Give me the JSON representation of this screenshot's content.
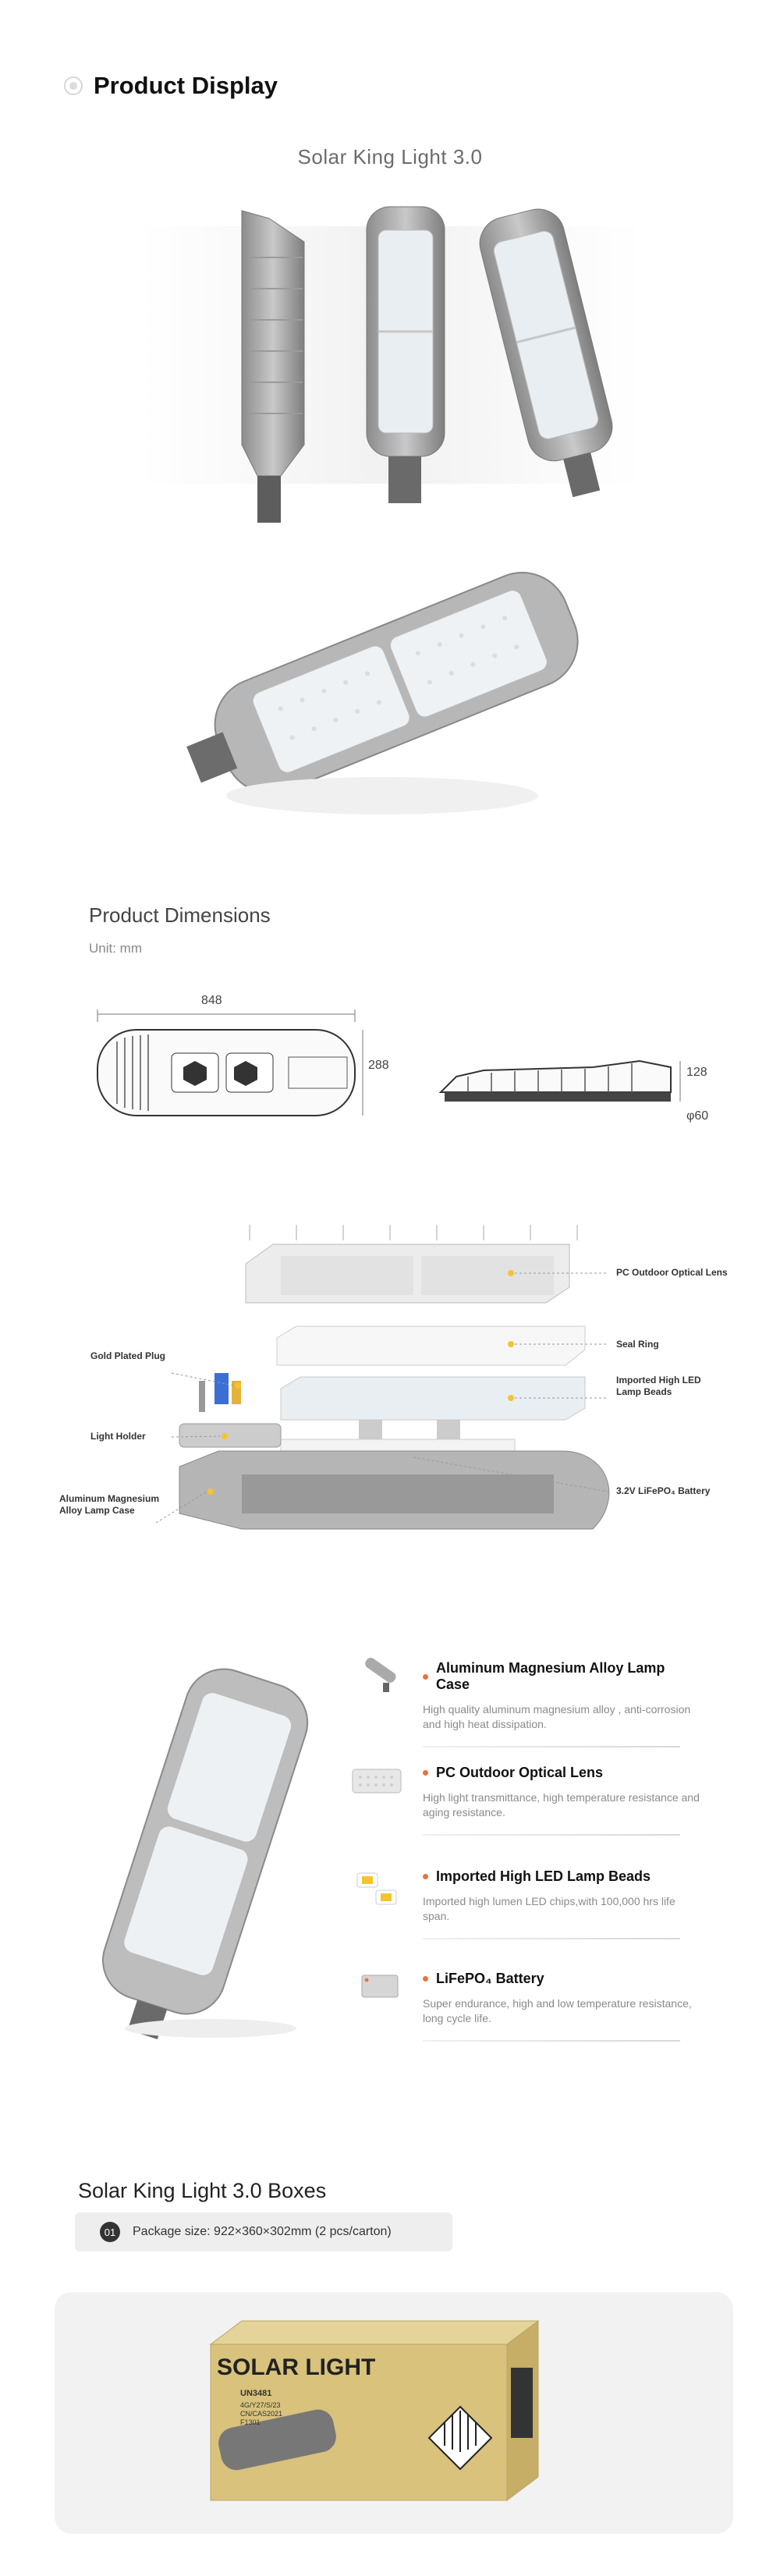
{
  "header": {
    "title": "Product Display",
    "bullet_icon": "ring-dot-icon"
  },
  "product": {
    "name": "Solar King Light 3.0"
  },
  "dimensions": {
    "title": "Product Dimensions",
    "unit": "Unit: mm",
    "length": "848",
    "width": "288",
    "height": "128",
    "pole": "φ60"
  },
  "exploded": {
    "callouts": [
      "PC Outdoor Optical Lens",
      "Seal Ring",
      "Imported High LED Lamp Beads",
      "3.2V LiFePO₄ Battery",
      "Gold Plated Plug",
      "Light Holder",
      "Aluminum Magnesium Alloy Lamp Case"
    ]
  },
  "features": [
    {
      "title": "Aluminum Magnesium Alloy Lamp Case",
      "desc": "High quality aluminum magnesium alloy , anti-corrosion and high heat dissipation.",
      "icon": "lamp-case-icon"
    },
    {
      "title": "PC Outdoor Optical Lens",
      "desc": "High light transmittance, high temperature resistance and aging resistance.",
      "icon": "optical-lens-icon"
    },
    {
      "title": "Imported High LED Lamp Beads",
      "desc": "Imported high lumen LED chips,with 100,000 hrs life span.",
      "icon": "led-bead-icon"
    },
    {
      "title": "LiFePO₄ Battery",
      "desc": "Super endurance, high and low temperature resistance, long cycle life.",
      "icon": "battery-icon"
    }
  ],
  "boxes": {
    "title": "Solar King Light 3.0 Boxes",
    "package_num": "01",
    "package_text": "Package size:  922×360×302mm (2 pcs/carton)",
    "box_label": "SOLAR LIGHT",
    "box_code": "UN3481",
    "box_lines": [
      "4G/Y27/S/23",
      "CN/CAS2021",
      "F1301"
    ]
  },
  "colors": {
    "accent": "#e9733a",
    "led": "#f4c430",
    "box": "#d8c27c"
  }
}
